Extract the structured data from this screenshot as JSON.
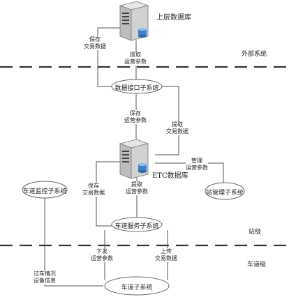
{
  "databases": {
    "upper": "上层数据库",
    "etc": "ETC数据库"
  },
  "zones": {
    "external": "外部系统",
    "station": "站级",
    "lane": "车道级"
  },
  "nodes": {
    "data_interface": "数据接口子系统",
    "lane_monitor": "车道监控子系统",
    "station_mgmt": "站管理子系统",
    "lane_service": "车道服务子系统",
    "lane_sub": "车道子系统"
  },
  "labels": {
    "save_trade_1": [
      "保存",
      "交易数据"
    ],
    "fetch_param_1": [
      "提取",
      "运营参数"
    ],
    "save_param": [
      "保存",
      "运营参数"
    ],
    "fetch_trade": [
      "提取",
      "交易数据"
    ],
    "manage_param": [
      "管理",
      "运营参数"
    ],
    "save_trade_2": [
      "保存",
      "交易数据"
    ],
    "fetch_param_2": [
      "提取",
      "运营参数"
    ],
    "issue_param": [
      "下发",
      "运营参数"
    ],
    "upload_trade": [
      "上传",
      "交易数据"
    ],
    "vehicle_info": [
      "过车情况",
      "设备信息"
    ]
  }
}
